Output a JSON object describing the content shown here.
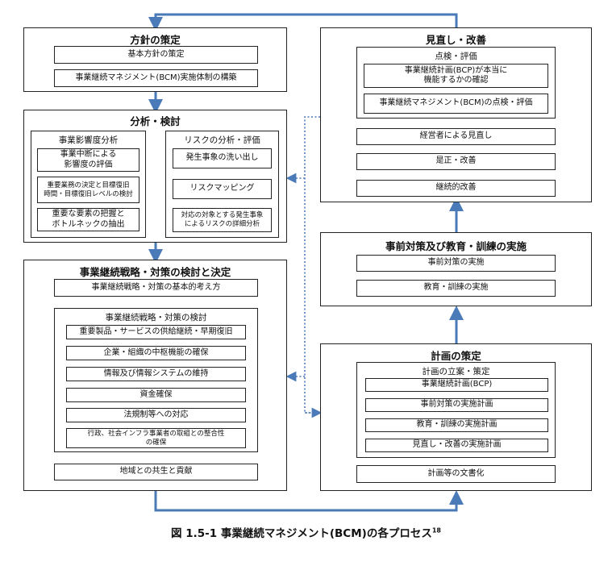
{
  "policy": {
    "title": "方針の策定",
    "items": [
      "基本方針の策定",
      "事業継続マネジメント(BCM)実施体制の構築"
    ]
  },
  "analysis": {
    "title": "分析・検討",
    "bia": {
      "title": "事業影響度分析",
      "items": [
        "事業中断による\n影響度の評価",
        "重要業務の決定と目標復旧\n時間・目標復旧レベルの検討",
        "重要な要素の把握と\nボトルネックの抽出"
      ]
    },
    "risk": {
      "title": "リスクの分析・評価",
      "items": [
        "発生事象の洗い出し",
        "リスクマッピング",
        "対応の対象とする発生事象\nによるリスクの詳細分析"
      ]
    }
  },
  "strategy": {
    "title": "事業継続戦略・対策の検討と決定",
    "basic": "事業継続戦略・対策の基本的考え方",
    "review": {
      "title": "事業継続戦略・対策の検討",
      "items": [
        "重要製品・サービスの供給継続・早期復旧",
        "企業・組織の中枢機能の確保",
        "情報及び情報システムの維持",
        "資金確保",
        "法規制等への対応",
        "行政、社会インフラ事業者の取組との整合性\nの確保"
      ]
    },
    "community": "地域との共生と貢献"
  },
  "improvement": {
    "title": "見直し・改善",
    "check": {
      "title": "点検・評価",
      "items": [
        "事業継続計画(BCP)が本当に\n機能するかの確認",
        "事業継続マネジメント(BCM)の点検・評価"
      ]
    },
    "items": [
      "経営者による見直し",
      "是正・改善",
      "継続的改善"
    ]
  },
  "advance": {
    "title": "事前対策及び教育・訓練の実施",
    "items": [
      "事前対策の実施",
      "教育・訓練の実施"
    ]
  },
  "planning": {
    "title": "計画の策定",
    "drafting": {
      "title": "計画の立案・策定",
      "items": [
        "事業継続計画(BCP)",
        "事前対策の実施計画",
        "教育・訓練の実施計画",
        "見直し・改善の実施計画"
      ]
    },
    "documentation": "計画等の文書化"
  },
  "caption": {
    "text": "図 1.5-1 事業継続マネジメント(BCM)の各プロセス",
    "footnote": "18"
  },
  "colors": {
    "arrow": "#4a7ab8",
    "border": "#222222"
  }
}
